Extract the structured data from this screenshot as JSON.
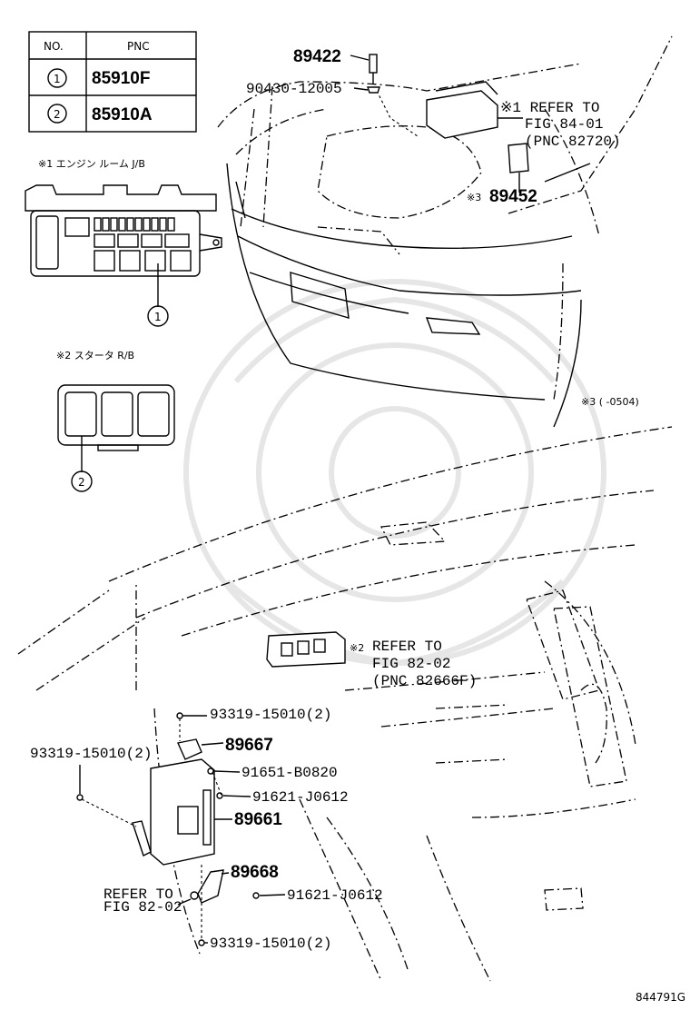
{
  "table": {
    "header_no": "NO.",
    "header_pnc": "PNC",
    "rows": [
      {
        "no": "1",
        "pnc": "85910F"
      },
      {
        "no": "2",
        "pnc": "85910A"
      }
    ]
  },
  "jb": {
    "engine_room_label": "※1 エンジン ルーム J/B",
    "starter_label": "※2 スタータ R/B",
    "callout_1": "1",
    "callout_2": "2"
  },
  "upper": {
    "p89422": "89422",
    "p90430": "90430-12005",
    "refer1_line1": "※1 REFER TO",
    "refer1_line2": "FIG 84-01",
    "refer1_line3": "(PNC 82720)",
    "p89452_mark": "※3",
    "p89452": "89452",
    "note3": "※3 (     -0504)"
  },
  "lower": {
    "refer2_mark": "※2",
    "refer2_line1": "REFER TO",
    "refer2_line2": "FIG 82-02",
    "refer2_line3": "(PNC 82666F)",
    "p93319_a": "93319-15010(2)",
    "p89667": "89667",
    "p93319_b": "93319-15010(2)",
    "p91651": "91651-B0820",
    "p91621_a": "91621-J0612",
    "p89661": "89661",
    "p89668": "89668",
    "refer3_line1": "REFER TO",
    "refer3_line2": "FIG 82-02",
    "p91621_b": "91621-J0612",
    "p93319_c": "93319-15010(2)"
  },
  "figure_code": "844791G"
}
